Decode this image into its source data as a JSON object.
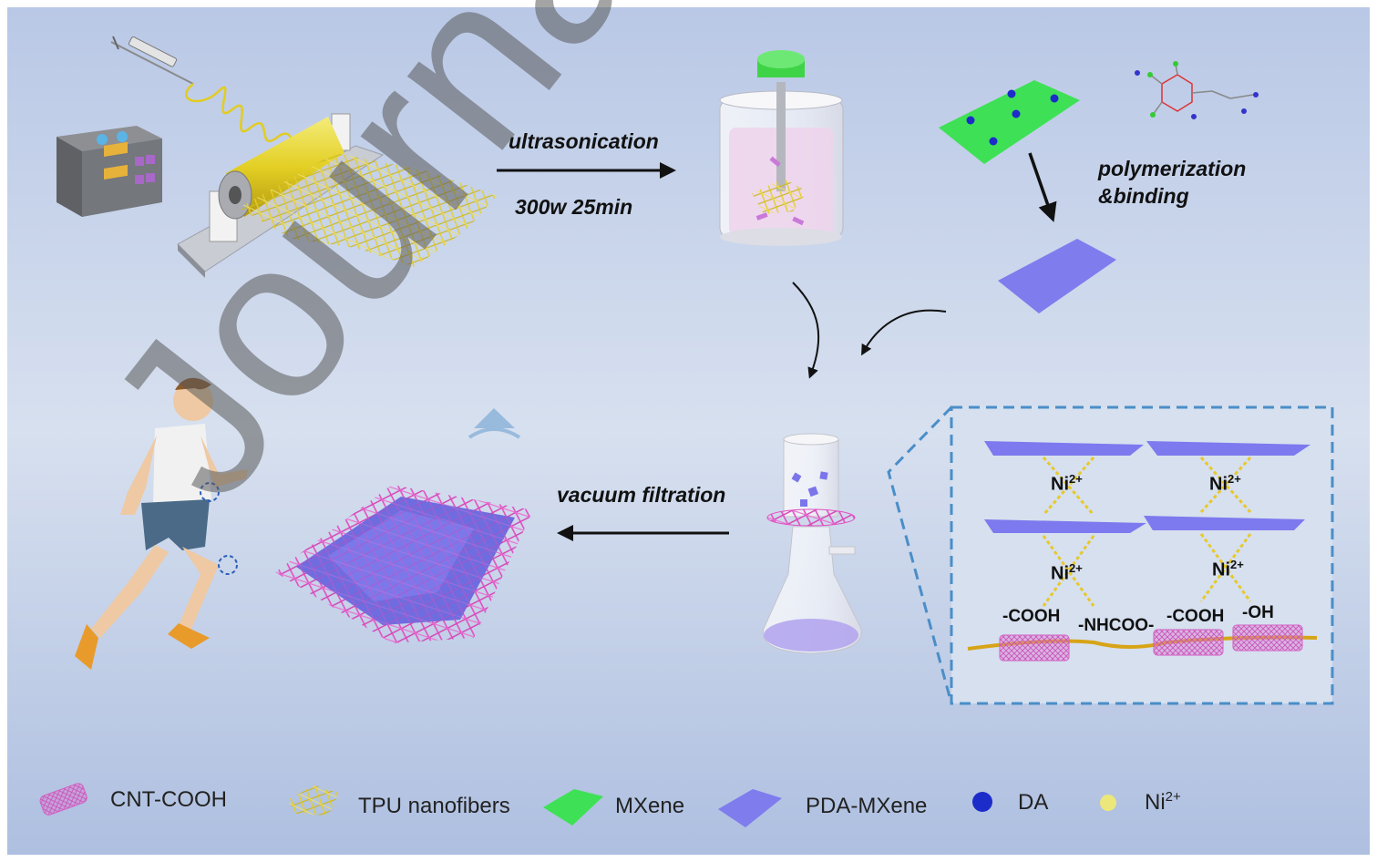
{
  "labels": {
    "ultrasonication": "ultrasonication",
    "ultra_params": "300w 25min",
    "polymerization": "polymerization",
    "binding": "&binding",
    "vacuum": "vacuum filtration"
  },
  "inset": {
    "ni": "Ni",
    "charge": "2+",
    "cooh": "-COOH",
    "nhcoo": "-NHCOO-",
    "oh": "-OH"
  },
  "legend": {
    "cnt": "CNT-COOH",
    "tpu": "TPU nanofibers",
    "mxene": "MXene",
    "pda": "PDA-MXene",
    "da": "DA",
    "ni": "Ni",
    "ni_charge": "2+"
  },
  "watermark": "Journal Pre-proof",
  "colors": {
    "mxene": "#3ddc52",
    "pda_mxene": "#7d79ee",
    "cnt": "#e070d0",
    "tpu": "#e5d23a",
    "da": "#1f2fc8",
    "ni": "#efe97a",
    "inset_border": "#4a8ec8"
  }
}
